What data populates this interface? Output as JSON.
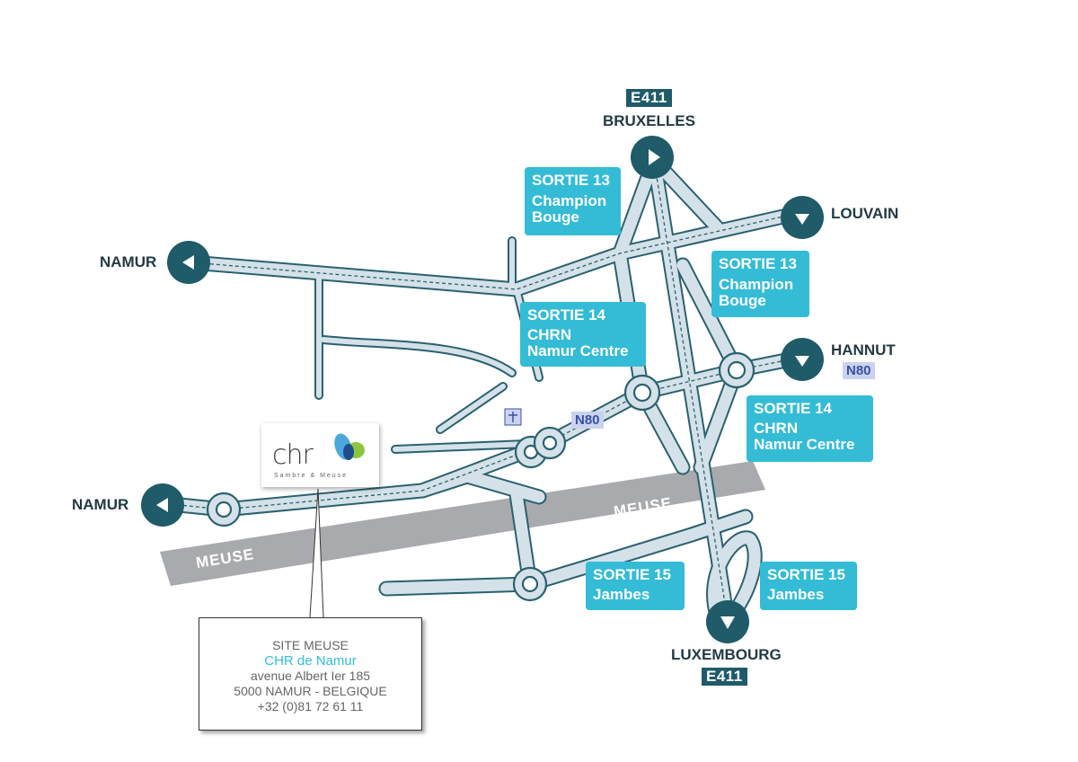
{
  "map": {
    "highways": [
      {
        "id": "E411-north",
        "label": "E411",
        "city": "BRUXELLES"
      },
      {
        "id": "E411-south",
        "label": "E411",
        "city": "LUXEMBOURG"
      }
    ],
    "n_road_labels": [
      "N80",
      "N80"
    ],
    "cities": {
      "bruxelles": "BRUXELLES",
      "louvain": "LOUVAIN",
      "namur_top": "NAMUR",
      "hannut": "HANNUT",
      "namur_bottom": "NAMUR",
      "luxembourg": "LUXEMBOURG"
    },
    "river": {
      "label_left": "MEUSE",
      "label_right": "MEUSE"
    },
    "exits": [
      {
        "id": "sortie13-left",
        "title": "SORTIE 13",
        "lines": [
          "Champion",
          "Bouge"
        ]
      },
      {
        "id": "sortie13-right",
        "title": "SORTIE 13",
        "lines": [
          "Champion",
          "Bouge"
        ]
      },
      {
        "id": "sortie14-left",
        "title": "SORTIE 14",
        "lines": [
          "CHRN",
          "Namur Centre"
        ]
      },
      {
        "id": "sortie14-right",
        "title": "SORTIE 14",
        "lines": [
          "CHRN",
          "Namur Centre"
        ]
      },
      {
        "id": "sortie15-left",
        "title": "SORTIE 15",
        "lines": [
          "Jambes"
        ]
      },
      {
        "id": "sortie15-right",
        "title": "SORTIE 15",
        "lines": [
          "Jambes"
        ]
      }
    ],
    "logo": {
      "text": "chr",
      "subtitle": "Sambre & Meuse"
    },
    "colors": {
      "road_fill": "#d4e1e8",
      "road_edge": "#2a6170",
      "exit_box": "#34bcd6",
      "river": "#a9aaad",
      "badge": "#1f5b69"
    }
  },
  "info": {
    "site": "SITE MEUSE",
    "name": "CHR de Namur",
    "street": "avenue Albert Ier 185",
    "city": "5000 NAMUR - BELGIQUE",
    "phone": "+32 (0)81 72 61 11"
  }
}
